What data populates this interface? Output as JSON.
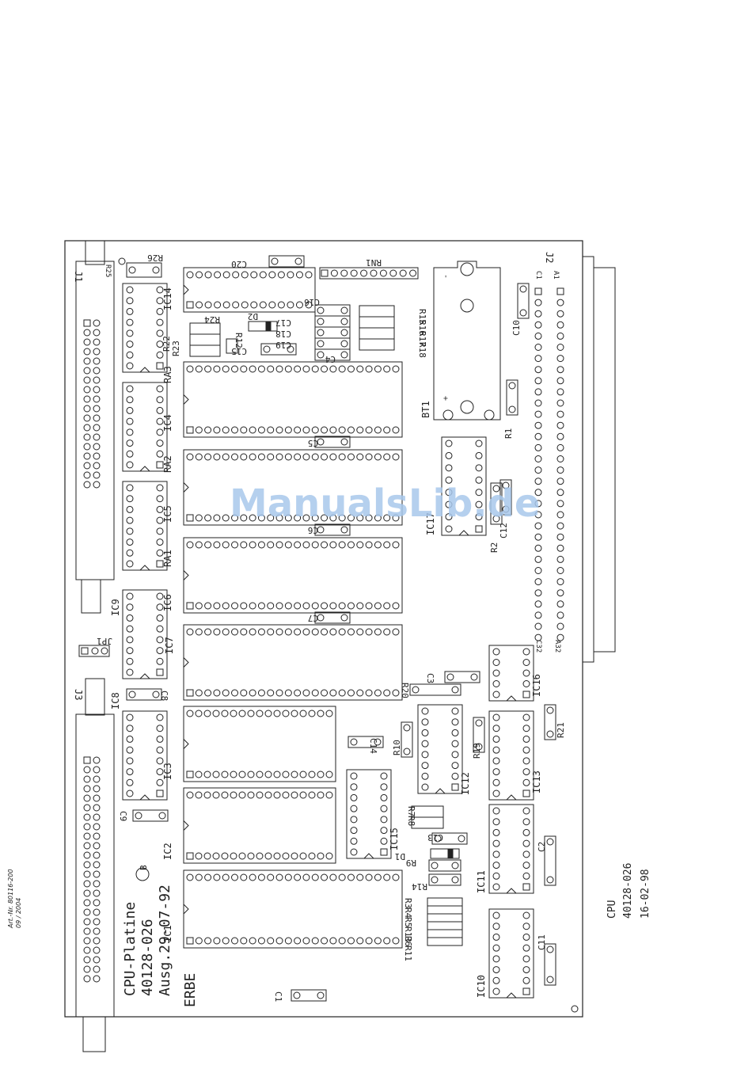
{
  "doc": {
    "article_number": "Art.-Nr. 80116-200",
    "date_code": "09 / 2004",
    "watermark": "ManualsLib.de"
  },
  "board": {
    "silk_title": [
      "CPU-Platine",
      "40128-026",
      "Ausg.29-07-92",
      "ERBE"
    ],
    "revision_mark": "B",
    "title_block": [
      "CPU",
      "40128-026",
      "16-02-98"
    ]
  },
  "components": {
    "connectors": [
      "J1",
      "J2",
      "J3",
      "JP1",
      "RN1"
    ],
    "ics": [
      "IC1",
      "IC2",
      "IC3",
      "IC4",
      "IC5",
      "IC6",
      "IC7",
      "IC8",
      "IC9",
      "IC10",
      "IC11",
      "IC12",
      "IC13",
      "IC14",
      "IC15",
      "IC16",
      "IC17"
    ],
    "resistors": [
      "R1",
      "R2",
      "R3",
      "R4",
      "R5",
      "R6",
      "R7",
      "R8",
      "R9",
      "R10",
      "R11",
      "R12",
      "R13",
      "R14",
      "R15",
      "R16",
      "R17",
      "R18",
      "R19",
      "R20",
      "R21",
      "R22",
      "R23",
      "R24",
      "R25",
      "R26"
    ],
    "capacitors": [
      "C1",
      "C2",
      "C3",
      "C4",
      "C5",
      "C6",
      "C7",
      "C8",
      "C9",
      "C10",
      "C11",
      "C12",
      "C13",
      "C14",
      "C15",
      "C16",
      "C17",
      "C18",
      "C19",
      "C20"
    ],
    "arrays": [
      "RA1",
      "RA2",
      "RA3"
    ],
    "diodes": [
      "D1",
      "D2"
    ],
    "battery": "BT1",
    "pin_marks": [
      "A1",
      "C1",
      "A32",
      "C32"
    ]
  }
}
